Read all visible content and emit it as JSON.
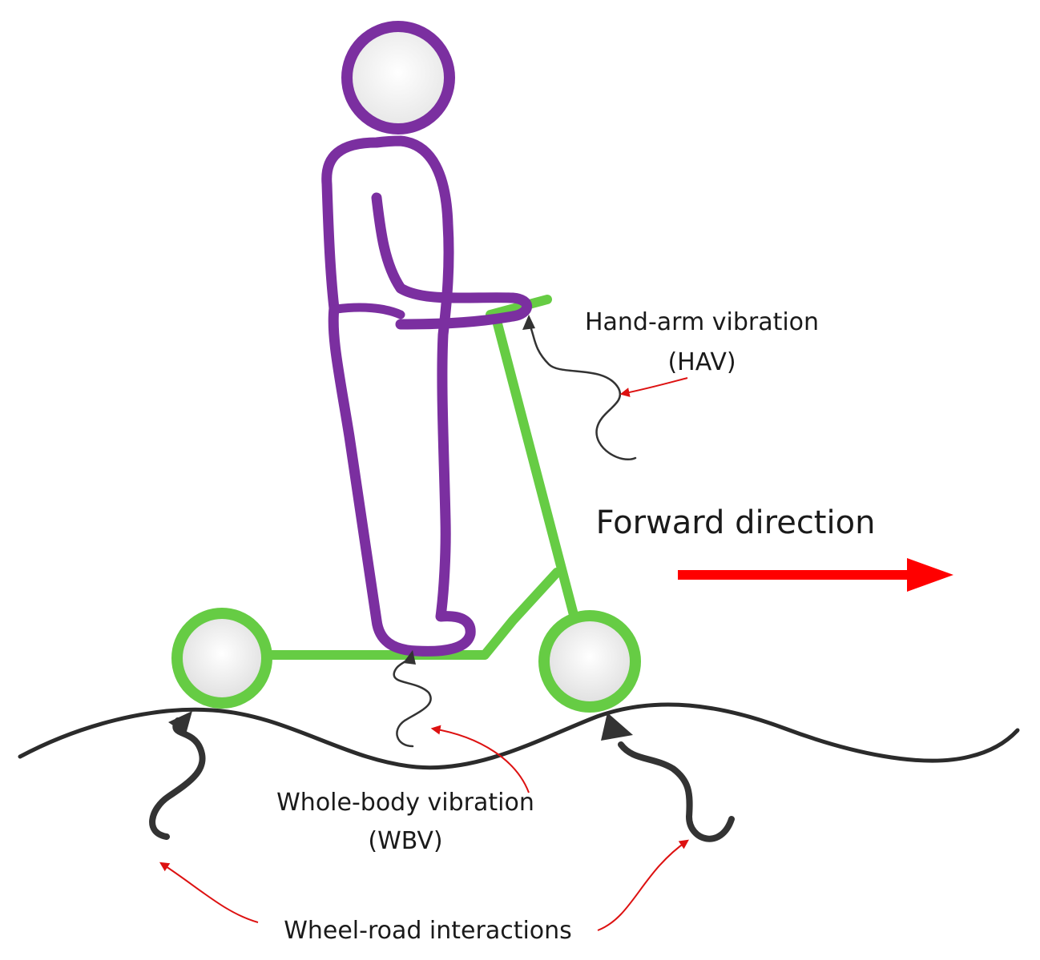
{
  "labels": {
    "hav_line1": "Hand-arm vibration",
    "hav_line2": "(HAV)",
    "forward": "Forward direction",
    "wbv_line1": "Whole-body vibration",
    "wbv_line2": "(WBV)",
    "wheel_road": "Wheel-road interactions"
  },
  "colors": {
    "rider": "#7b2fa0",
    "scooter": "#66cc44",
    "road": "#2b2b2b",
    "pointer": "#dd1111",
    "forward_arrow": "#ff0000"
  }
}
